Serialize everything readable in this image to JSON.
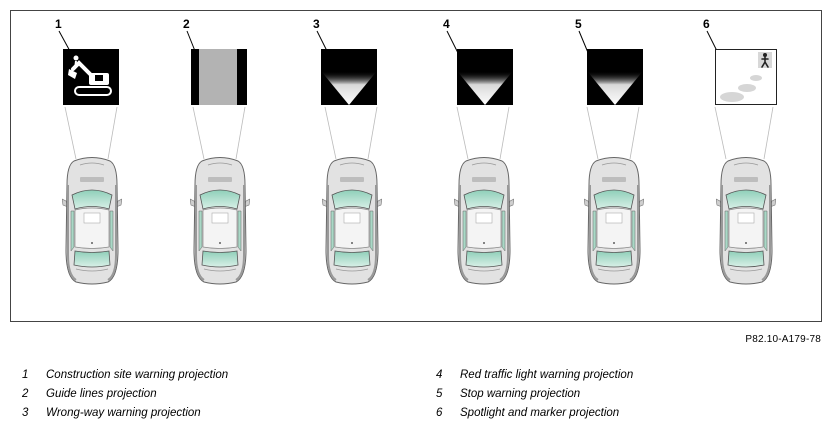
{
  "panels": [
    {
      "number": "1",
      "icon": "construction-excavator-icon",
      "style": "construction"
    },
    {
      "number": "2",
      "icon": "guide-lines-icon",
      "style": "guide"
    },
    {
      "number": "3",
      "icon": "light-cone-icon",
      "style": "cone"
    },
    {
      "number": "4",
      "icon": "light-cone-icon",
      "style": "cone"
    },
    {
      "number": "5",
      "icon": "light-cone-icon",
      "style": "cone"
    },
    {
      "number": "6",
      "icon": "pedestrian-spotlight-icon",
      "style": "spotlight"
    }
  ],
  "reference_code": "P82.10-A179-78",
  "legend": [
    {
      "number": "1",
      "text": "Construction site warning projection"
    },
    {
      "number": "2",
      "text": "Guide lines projection"
    },
    {
      "number": "3",
      "text": "Wrong-way warning projection"
    },
    {
      "number": "4",
      "text": "Red traffic light warning projection"
    },
    {
      "number": "5",
      "text": "Stop warning projection"
    },
    {
      "number": "6",
      "text": "Spotlight and marker projection"
    }
  ],
  "colors": {
    "projection_black": "#000000",
    "guide_gray": "#b3b3b3",
    "car_body": "#dcdcdc",
    "glass_green": "#bfe3d6"
  }
}
